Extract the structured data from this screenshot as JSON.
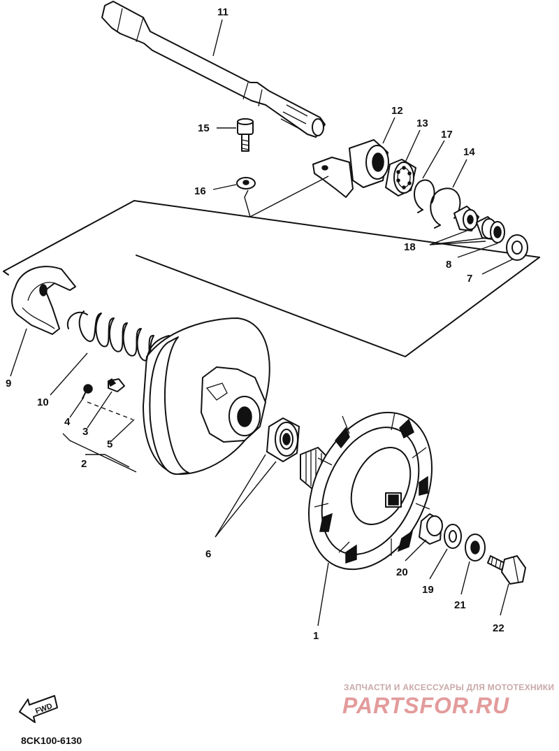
{
  "callouts": {
    "c1": "1",
    "c2": "2",
    "c3": "3",
    "c4": "4",
    "c5": "5",
    "c6": "6",
    "c7": "7",
    "c8": "8",
    "c9": "9",
    "c10": "10",
    "c11": "11",
    "c12": "12",
    "c13": "13",
    "c14": "14",
    "c15": "15",
    "c16": "16",
    "c17": "17",
    "c18": "18",
    "c19": "19",
    "c20": "20",
    "c21": "21",
    "c22": "22"
  },
  "fwd_label": "FWD",
  "diagram_code": "8CK100-6130",
  "watermark": {
    "subtitle": "ЗАПЧАСТИ И АКСЕССУАРЫ ДЛЯ МОТОТЕХНИКИ",
    "brand": "PARTSFOR.RU"
  },
  "colors": {
    "ink": "#111111",
    "watermark": "#e39b9b"
  }
}
